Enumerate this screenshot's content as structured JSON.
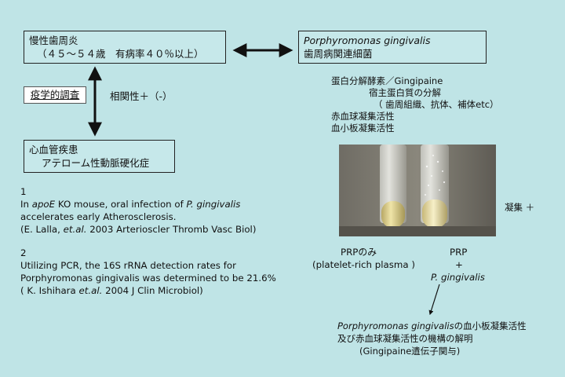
{
  "left_top_box": {
    "line1": "慢性歯周炎",
    "line2": "（４５〜５４歳　有病率４０％以上）"
  },
  "right_top_box": {
    "line1": "Porphyromonas gingivalis",
    "line2": "歯周病関連細菌"
  },
  "epidemiology_label": "疫学的調査",
  "correlation_label": "相関性＋（-）",
  "bottom_left_box": {
    "line1": "心血管疾患",
    "line2": "アテローム性動脈硬化症"
  },
  "ref1": {
    "number": "1",
    "line1_pre": "In ",
    "line1_italic": "apoE",
    "line1_mid": " KO mouse, oral infection of ",
    "line1_italic2": "P. gingivalis",
    "line2": "accelerates early Atherosclerosis.",
    "line3_pre": "(E. Lalla, ",
    "line3_italic": "et.al.",
    "line3_post": " 2003 Arterioscler Thromb Vasc Biol)"
  },
  "ref2": {
    "number": "2",
    "line1": "Utilizing PCR, the 16S rRNA detection rates for",
    "line2": "Porphyromonas gingivalis was determined to be 21.6%",
    "line3_pre": "( K.  Ishihara ",
    "line3_italic": "et.al.",
    "line3_post": " 2004  J Clin Microbiol)"
  },
  "right_info": {
    "line1": "蛋白分解酵素／Gingipaine",
    "line2": "宿主蛋白質の分解",
    "line3": "（ 歯周組織、抗体、補体etc）",
    "line4": "赤血球凝集活性",
    "line5": "血小板凝集活性"
  },
  "aggregation_label": "凝集 ＋",
  "prp_only": {
    "line1": "PRPのみ",
    "line2": "(platelet-rich  plasma )"
  },
  "prp_pg": {
    "line1": "PRP",
    "line2": "+",
    "line3": "P. gingivalis"
  },
  "conclusion": {
    "line1_italic": "Porphyromonas gingivalis",
    "line1_post": "の血小板凝集活性",
    "line2": "及び赤血球凝集活性の機構の解明",
    "line3": "(Gingipaine遺伝子関与)"
  },
  "colors": {
    "background": "#bfe4e6",
    "box_fill": "#c6e8ea",
    "text": "#111111"
  }
}
